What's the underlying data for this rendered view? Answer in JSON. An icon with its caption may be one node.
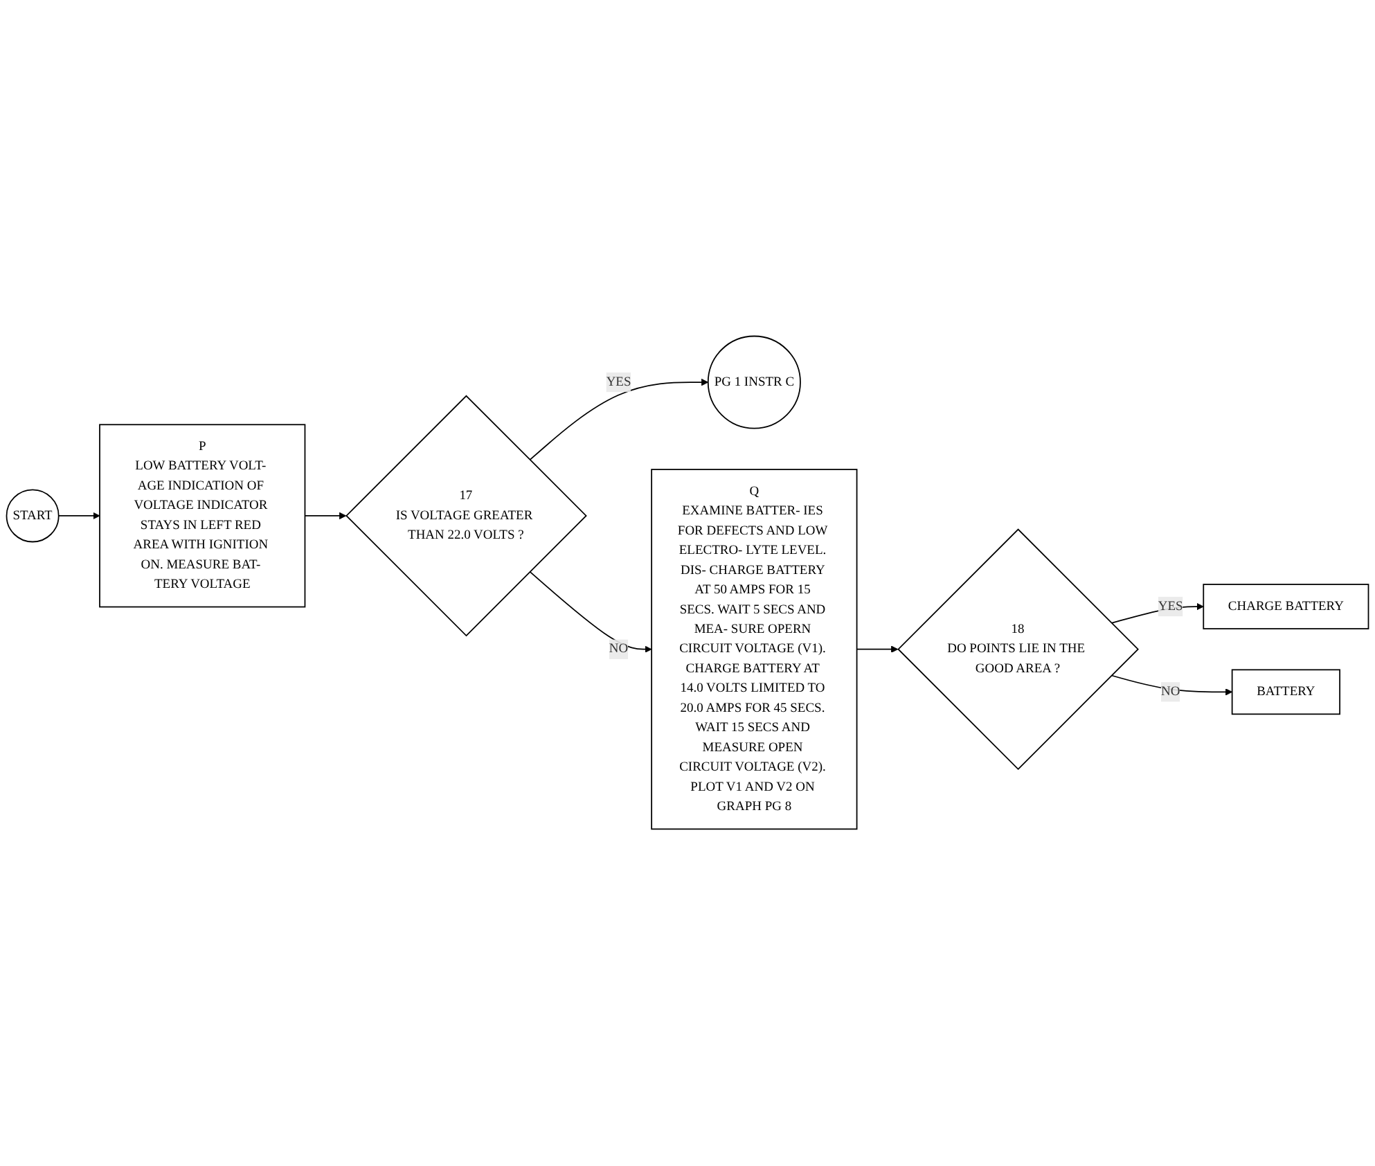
{
  "diagram": {
    "nodes": [
      {
        "text": [
          "START"
        ]
      },
      {
        "text": [
          "P",
          "LOW BATTERY VOLT- AGE INDICATION OF VOLTAGE INDICATOR STAYS IN LEFT RED AREA WITH IGNITION ON. MEASURE BAT- TERY VOLTAGE"
        ]
      },
      {
        "text": [
          "17",
          "IS VOLTAGE GREATER THAN 22.0 VOLTS ?"
        ]
      },
      {
        "text": [
          "PG 1 INSTR C"
        ]
      },
      {
        "text": [
          "Q",
          "EXAMINE BATTER- IES FOR DEFECTS AND LOW ELECTRO- LYTE LEVEL. DIS- CHARGE BATTERY AT 50 AMPS FOR 15 SECS. WAIT 5 SECS AND MEA- SURE OPERN CIRCUIT VOLTAGE (V1). CHARGE BATTERY AT 14.0 VOLTS LIMITED TO 20.0 AMPS FOR 45 SECS. WAIT 15 SECS AND MEASURE OPEN CIRCUIT VOLTAGE (V2). PLOT V1 AND V2 ON GRAPH PG 8"
        ]
      },
      {
        "text": [
          "18",
          "DO POINTS LIE IN THE GOOD AREA ?"
        ]
      },
      {
        "text": [
          "CHARGE BATTERY"
        ]
      },
      {
        "text": [
          "BATTERY"
        ]
      }
    ],
    "edges": [
      {
        "from": 0,
        "to": 1,
        "arrow": "to"
      },
      {
        "from": 1,
        "to": 2,
        "arrow": "to"
      },
      {
        "from": 2,
        "to": 3,
        "arrow": "to",
        "label": "YES"
      },
      {
        "from": 2,
        "to": 4,
        "arrow": "to",
        "label": "NO"
      },
      {
        "from": 4,
        "to": 5,
        "arrow": "to"
      },
      {
        "from": 5,
        "to": 6,
        "arrow": "to",
        "label": "YES"
      },
      {
        "from": 5,
        "to": 7,
        "arrow": "to",
        "label": "NO"
      }
    ]
  }
}
